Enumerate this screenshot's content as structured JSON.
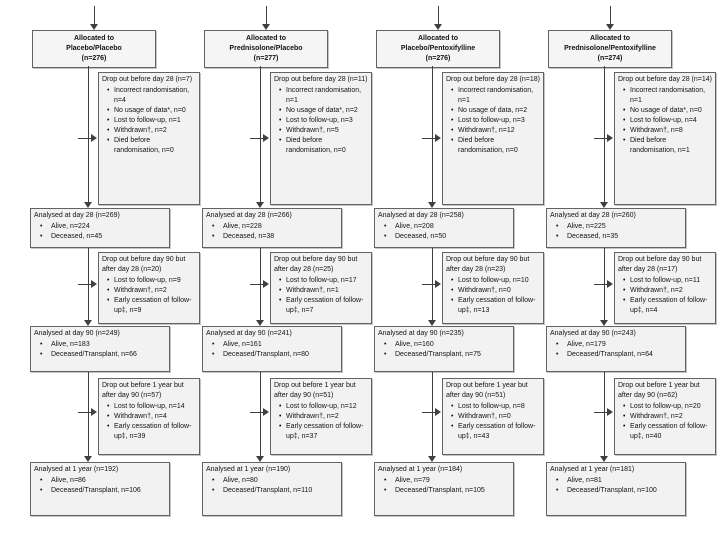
{
  "arms": [
    {
      "allocated": {
        "line1": "Allocated to",
        "line2": "Placebo/Placebo",
        "line3": "(n=276)"
      },
      "dropout_day28": {
        "title": "Drop out before day 28 (n=7)",
        "items": [
          "Incorrect randomisation, n=4",
          "No usage of data*, n=0",
          "Lost to follow-up, n=1",
          "Withdrawn†, n=2",
          "Died before randomisation, n=0"
        ]
      },
      "analysed_day28": {
        "title": "Analysed at day 28 (n=269)",
        "items": [
          "Alive, n=224",
          "Deceased, n=45"
        ]
      },
      "dropout_day90": {
        "title": "Drop out before day 90 but after day 28 (n=20)",
        "items": [
          "Lost to follow-up, n=9",
          "Withdrawn†, n=2",
          "Early cessation of follow-up‡, n=9"
        ]
      },
      "analysed_day90": {
        "title": "Analysed at day 90 (n=249)",
        "items": [
          "Alive, n=183",
          "Deceased/Transplant, n=66"
        ]
      },
      "dropout_1year": {
        "title": "Drop out before 1 year but after day 90 (n=57)",
        "items": [
          "Lost to follow-up, n=14",
          "Withdrawn†, n=4",
          "Early cessation of follow-up‡, n=39"
        ]
      },
      "analysed_1year": {
        "title": "Analysed at 1 year (n=192)",
        "items": [
          "Alive, n=86",
          "Deceased/Transplant, n=106"
        ]
      }
    },
    {
      "allocated": {
        "line1": "Allocated to",
        "line2": "Prednisolone/Placebo",
        "line3": "(n=277)"
      },
      "dropout_day28": {
        "title": "Drop out before day 28 (n=11)",
        "items": [
          "Incorrect randomisation, n=1",
          "No usage of data*, n=2",
          "Lost to follow-up, n=3",
          "Withdrawn†, n=5",
          "Died before randomisation, n=0"
        ]
      },
      "analysed_day28": {
        "title": "Analysed at day 28 (n=266)",
        "items": [
          "Alive, n=228",
          "Deceased, n=38"
        ]
      },
      "dropout_day90": {
        "title": "Drop out before day 90 but after day 28 (n=25)",
        "items": [
          "Lost to follow-up, n=17",
          "Withdrawn†, n=1",
          "Early cessation of follow-up‡, n=7"
        ]
      },
      "analysed_day90": {
        "title": "Analysed at day 90 (n=241)",
        "items": [
          "Alive, n=161",
          "Deceased/Transplant, n=80"
        ]
      },
      "dropout_1year": {
        "title": "Drop out before 1 year but after day 90 (n=51)",
        "items": [
          "Lost to follow-up, n=12",
          "Withdrawn†, n=2",
          "Early cessation of follow-up‡, n=37"
        ]
      },
      "analysed_1year": {
        "title": "Analysed at 1 year (n=190)",
        "items": [
          "Alive, n=80",
          "Deceased/Transplant, n=110"
        ]
      }
    },
    {
      "allocated": {
        "line1": "Allocated to",
        "line2": "Placebo/Pentoxifylline",
        "line3": "(n=276)"
      },
      "dropout_day28": {
        "title": "Drop out before day 28 (n=18)",
        "items": [
          "Incorrect randomisation, n=1",
          "No usage of data, n=2",
          "Lost to follow-up, n=3",
          "Withdrawn†, n=12",
          "Died before randomisation, n=0"
        ]
      },
      "analysed_day28": {
        "title": "Analysed at day 28 (n=258)",
        "items": [
          "Alive, n=208",
          "Deceased, n=50"
        ]
      },
      "dropout_day90": {
        "title": "Drop out before day 90 but after day 28 (n=23)",
        "items": [
          "Lost to follow-up, n=10",
          "Withdrawn†, n=0",
          "Early cessation of follow-up‡, n=13"
        ]
      },
      "analysed_day90": {
        "title": "Analysed at day 90 (n=235)",
        "items": [
          "Alive, n=160",
          "Deceased/Transplant, n=75"
        ]
      },
      "dropout_1year": {
        "title": "Drop out before 1 year but after day 90 (n=51)",
        "items": [
          "Lost to follow-up, n=8",
          "Withdrawn†, n=0",
          "Early cessation of follow-up‡, n=43"
        ]
      },
      "analysed_1year": {
        "title": "Analysed at 1 year (n=184)",
        "items": [
          "Alive, n=79",
          "Deceased/Transplant, n=105"
        ]
      }
    },
    {
      "allocated": {
        "line1": "Allocated to",
        "line2": "Prednisolone/Pentoxifylline",
        "line3": "(n=274)"
      },
      "dropout_day28": {
        "title": "Drop out before day 28 (n=14)",
        "items": [
          "Incorrect randomisation, n=1",
          "No usage of data*, n=0",
          "Lost to follow-up, n=4",
          "Withdrawn†, n=8",
          "Died before randomisation, n=1"
        ]
      },
      "analysed_day28": {
        "title": "Analysed at day 28 (n=260)",
        "items": [
          "Alive, n=225",
          "Deceased, n=35"
        ]
      },
      "dropout_day90": {
        "title": "Drop out before day 90 but after day 28 (n=17)",
        "items": [
          "Lost to follow-up, n=11",
          "Withdrawn†, n=2",
          "Early cessation of follow-up‡, n=4"
        ]
      },
      "analysed_day90": {
        "title": "Analysed at day 90 (n=243)",
        "items": [
          "Alive, n=179",
          "Deceased/Transplant, n=64"
        ]
      },
      "dropout_1year": {
        "title": "Drop out before 1 year but after day 90 (n=62)",
        "items": [
          "Lost to follow-up, n=20",
          "Withdrawn†, n=2",
          "Early cessation of follow-up‡, n=40"
        ]
      },
      "analysed_1year": {
        "title": "Analysed at 1 year (n=181)",
        "items": [
          "Alive, n=81",
          "Deceased/Transplant, n=100"
        ]
      }
    }
  ]
}
